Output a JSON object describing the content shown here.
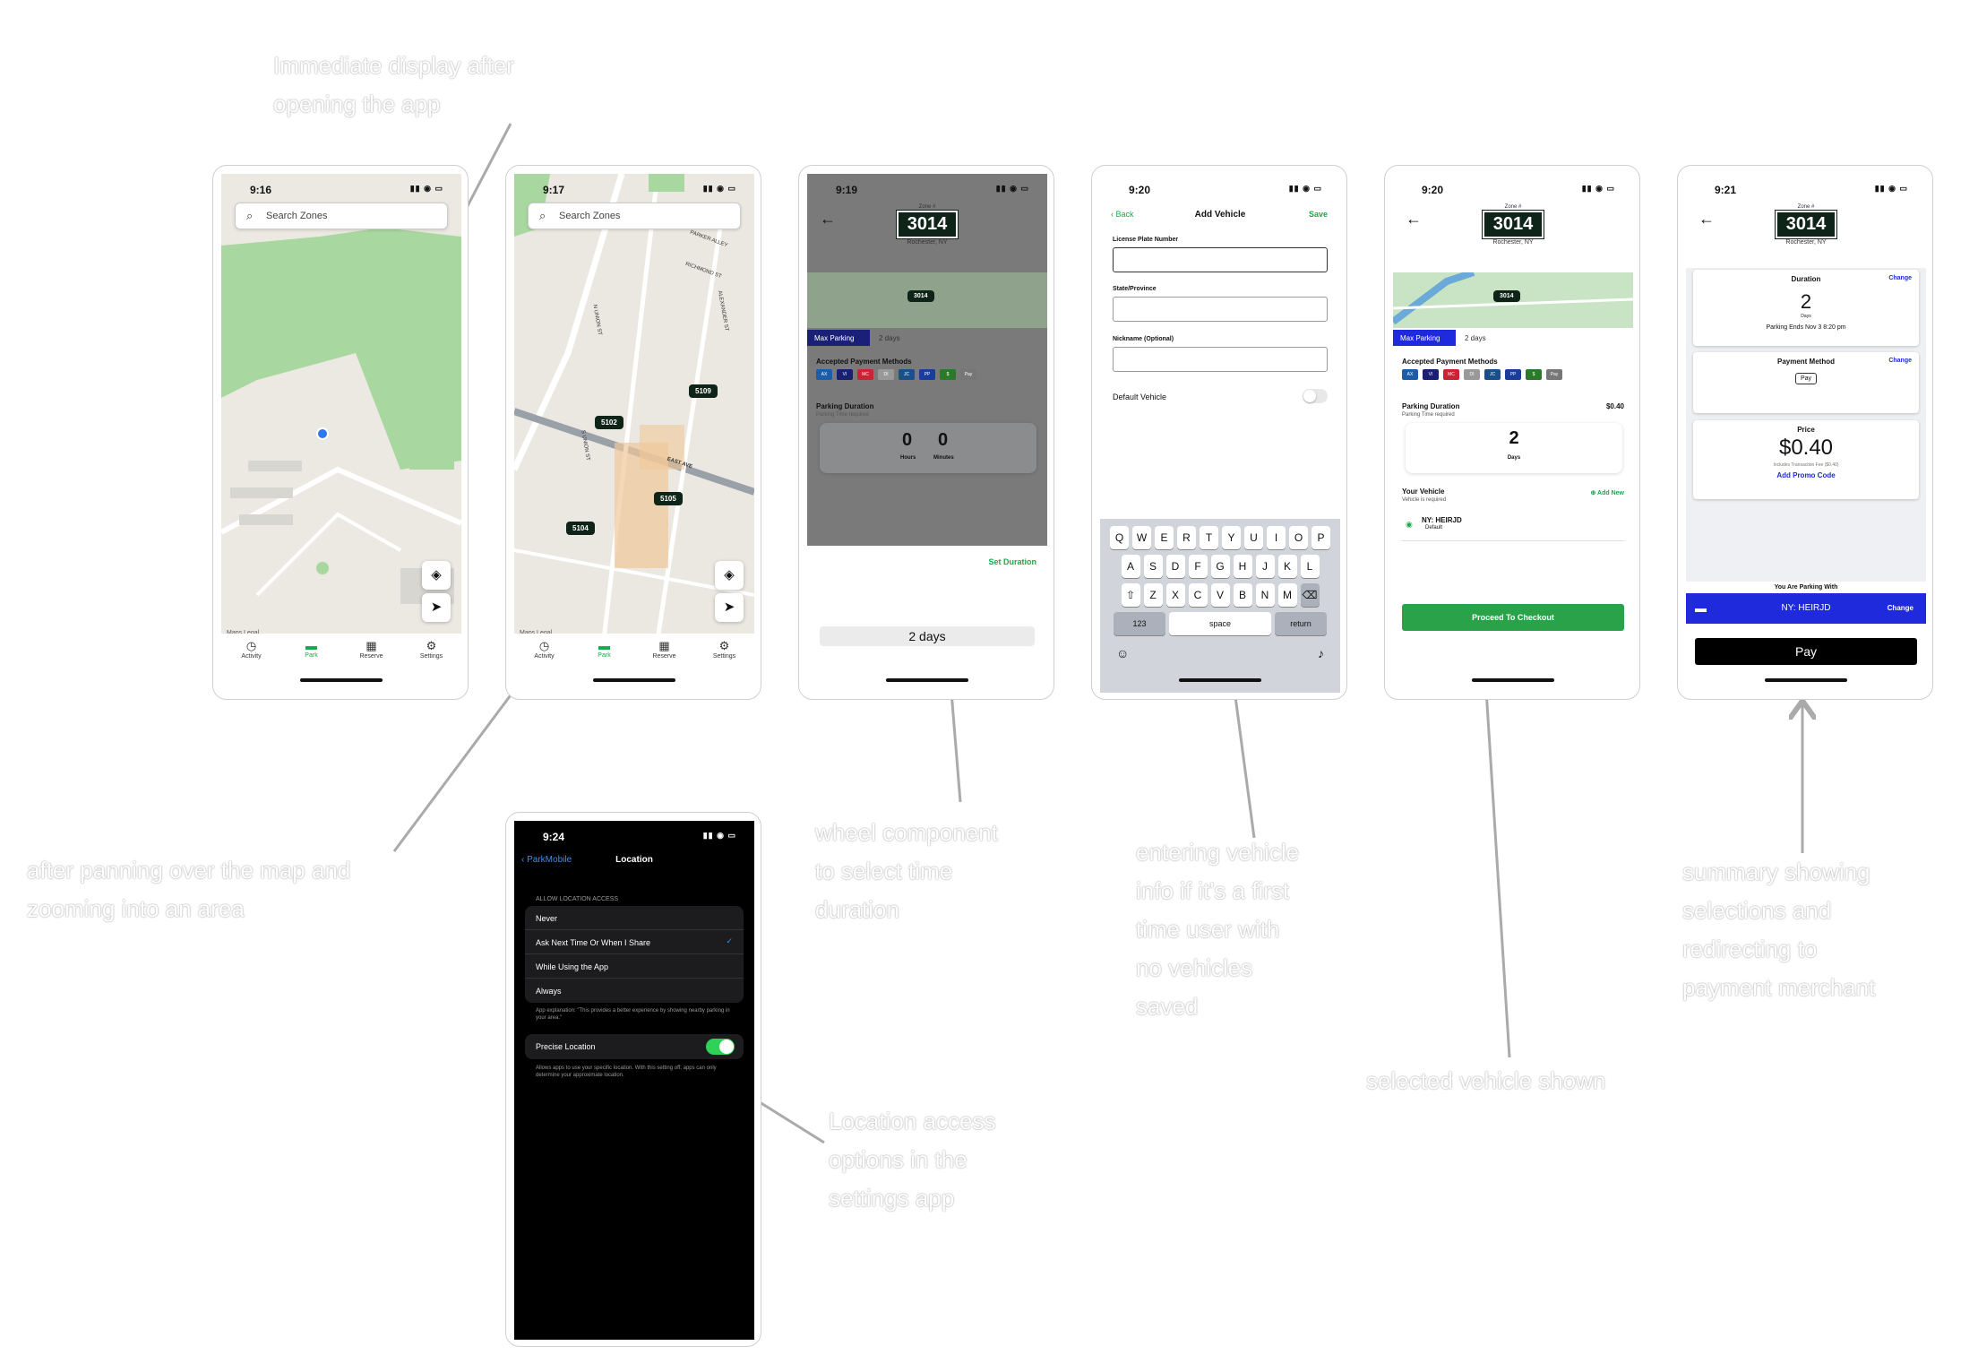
{
  "annotations": {
    "a1": "Immediate display after\nopening the app",
    "a2": "after panning over the map and\nzooming into an area",
    "a3": "wheel component\nto select time\nduration",
    "a4": "entering vehicle\ninfo if it's a first\ntime user with\nno vehicles\nsaved",
    "a5": "selected vehicle shown",
    "a6": "summary showing\nselections and\nredirecting to\npayment merchant",
    "a7": "Location access\noptions in the\nsettings app"
  },
  "screens": {
    "s1": {
      "time": "9:16",
      "search": "Search Zones",
      "attribution": "Maps  Legal"
    },
    "s2": {
      "time": "9:17",
      "search": "Search Zones",
      "attribution": "Maps  Legal",
      "pins": [
        "5102",
        "5109",
        "5105",
        "5104"
      ],
      "streets": [
        "EAST AVE",
        "S UNION ST",
        "N UNION ST",
        "ALEXANDER ST",
        "PARKER ALLEY",
        "RICHMOND ST"
      ]
    },
    "tabs": [
      "Activity",
      "Park",
      "Reserve",
      "Settings"
    ],
    "s3": {
      "time": "9:19",
      "zone_label": "Zone #",
      "zone": "3014",
      "city": "Rochester, NY",
      "chip_on": "Max Parking",
      "chip_off": "2 days",
      "accepted": "Accepted Payment Methods",
      "duration_label": "Parking Duration",
      "duration_req": "Parking Time required",
      "hours": "0",
      "hours_label": "Hours",
      "minutes": "0",
      "minutes_label": "Minutes",
      "set_duration": "Set Duration",
      "wheel": "2 days"
    },
    "s4": {
      "time": "9:20",
      "back": "Back",
      "title": "Add Vehicle",
      "save": "Save",
      "plate": "License Plate Number",
      "state": "State/Province",
      "nickname": "Nickname (Optional)",
      "default": "Default Vehicle",
      "row1": [
        "Q",
        "W",
        "E",
        "R",
        "T",
        "Y",
        "U",
        "I",
        "O",
        "P"
      ],
      "row2": [
        "A",
        "S",
        "D",
        "F",
        "G",
        "H",
        "J",
        "K",
        "L"
      ],
      "row3": [
        "Z",
        "X",
        "C",
        "V",
        "B",
        "N",
        "M"
      ],
      "k123": "123",
      "space": "space",
      "ret": "return"
    },
    "s5": {
      "time": "9:20",
      "zone_label": "Zone #",
      "zone": "3014",
      "city": "Rochester, NY",
      "chip_on": "Max Parking",
      "chip_off": "2 days",
      "accepted": "Accepted Payment Methods",
      "duration_label": "Parking Duration",
      "price": "$0.40",
      "duration_req": "Parking Time required",
      "days": "2",
      "days_label": "Days",
      "vehicle_label": "Your Vehicle",
      "vehicle_req": "Vehicle is required",
      "add_new": "Add New",
      "vehicle": "NY: HEIRJD",
      "vehicle_sub": "Default",
      "checkout": "Proceed To Checkout"
    },
    "s6": {
      "time": "9:21",
      "zone_label": "Zone #",
      "zone": "3014",
      "city": "Rochester, NY",
      "duration_title": "Duration",
      "change": "Change",
      "days": "2",
      "days_label": "Days",
      "ends": "Parking Ends Nov 3 8:20 pm",
      "pm_title": "Payment Method",
      "pm": "Pay",
      "price_title": "Price",
      "price": "$0.40",
      "fee": "Includes Transaction Fee ($0.40)",
      "promo": "Add Promo Code",
      "parking_with": "You Are Parking With",
      "vehicle": "NY: HEIRJD",
      "applepay": "Pay"
    },
    "s7": {
      "time": "9:24",
      "back": "ParkMobile",
      "title": "Location",
      "section": "ALLOW LOCATION ACCESS",
      "options": [
        "Never",
        "Ask Next Time Or When I Share",
        "While Using the App",
        "Always"
      ],
      "explanation": "App explanation: \"This provides a better experience by showing nearby parking in your area.\"",
      "precise": "Precise Location",
      "precise_note": "Allows apps to use your specific location. With this setting off, apps can only determine your approximate location."
    }
  },
  "colors": {
    "green": "#1ba84a",
    "blue": "#1e2adb",
    "zone": "#0f2418"
  }
}
